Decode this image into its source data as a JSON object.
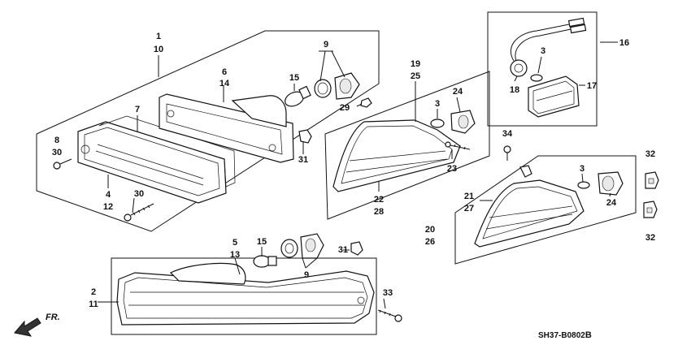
{
  "diagram": {
    "code_prefix": "SH37-B0802",
    "code_suffix": "B",
    "direction_label": "FR.",
    "labels": {
      "p1": "1",
      "p10": "10",
      "p9a": "9",
      "p6": "6",
      "p14": "14",
      "p15a": "15",
      "p7": "7",
      "p29": "29",
      "p8": "8",
      "p30a": "30",
      "p31a": "31",
      "p4": "4",
      "p12": "12",
      "p30b": "30",
      "p19": "19",
      "p25": "25",
      "p3a": "3",
      "p24a": "24",
      "p23": "23",
      "p22": "22",
      "p28": "28",
      "p16": "16",
      "p3b": "3",
      "p18": "18",
      "p17": "17",
      "p34": "34",
      "p32a": "32",
      "p3c": "3",
      "p21": "21",
      "p27": "27",
      "p24b": "24",
      "p20": "20",
      "p26": "26",
      "p32b": "32",
      "p5": "5",
      "p13": "13",
      "p15b": "15",
      "p31b": "31",
      "p9b": "9",
      "p2": "2",
      "p11": "11",
      "p33": "33"
    }
  }
}
